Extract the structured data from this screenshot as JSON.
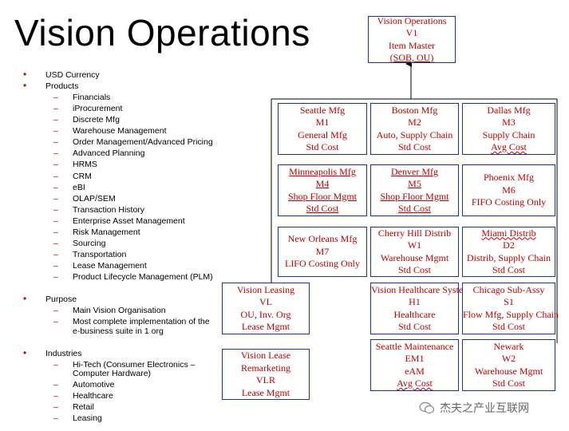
{
  "title": "Vision Operations",
  "left": {
    "items": [
      {
        "text": "USD Currency"
      },
      {
        "text": "Products",
        "sub": [
          "Financials",
          "iProcurement",
          "Discrete Mfg",
          "Warehouse Management",
          "Order Management/Advanced Pricing",
          "Advanced Planning",
          "HRMS",
          "CRM",
          "eBI",
          "OLAP/SEM",
          "Transaction History",
          "Enterprise Asset Management",
          "Risk Management",
          "Sourcing",
          "Transportation",
          "Lease Management",
          "Product Lifecycle Management (PLM)"
        ]
      },
      {
        "text": "Purpose",
        "sub": [
          "Main Vision Organisation",
          "Most complete implementation of the",
          "e-business suite in 1 org"
        ]
      },
      {
        "text": "Industries",
        "sub": [
          "Hi-Tech (Consumer Electronics –",
          "Computer Hardware)",
          "Automotive",
          "Healthcare",
          "Retail",
          "Leasing"
        ]
      }
    ]
  },
  "boxes": {
    "root": [
      "Vision Operations",
      "V1",
      "Item Master",
      "(SOB, OU)"
    ],
    "seattle": [
      "Seattle Mfg",
      "M1",
      "General Mfg",
      "Std Cost"
    ],
    "boston": [
      "Boston Mfg",
      "M2",
      "Auto, Supply Chain",
      "Std Cost"
    ],
    "dallas": [
      "Dallas Mfg",
      "M3",
      "Supply Chain",
      "Avg Cost"
    ],
    "minneapolis": [
      "Minneapolis Mfg",
      "M4",
      "Shop Floor Mgmt",
      "Std Cost"
    ],
    "denver": [
      "Denver Mfg",
      "M5",
      "Shop Floor Mgmt",
      "Std Cost"
    ],
    "phoenix": [
      "Phoenix Mfg",
      "M6",
      "FIFO Costing Only"
    ],
    "neworleans": [
      "New Orleans Mfg",
      "M7",
      "LIFO Costing Only"
    ],
    "cherryhill": [
      "Cherry Hill Distrib",
      "W1",
      "Warehouse Mgmt",
      "Std Cost"
    ],
    "miami": [
      "Miami Distrib",
      "D2",
      "Distrib, Supply Chain",
      "Std Cost"
    ],
    "leasing": [
      "Vision Leasing",
      "VL",
      "OU, Inv. Org",
      "Lease Mgmt"
    ],
    "healthcare": [
      "Vision Healthcare Systems",
      "H1",
      "Healthcare",
      "Std Cost"
    ],
    "chicago": [
      "Chicago Sub-Assy",
      "S1",
      "Flow Mfg, Supply Chain",
      "Std Cost"
    ],
    "remarketing": [
      "Vision Lease",
      "Remarketing",
      "VLR",
      "Lease Mgmt"
    ],
    "seattlemaint": [
      "Seattle Maintenance",
      "EM1",
      "eAM",
      "Avg Cost"
    ],
    "newark": [
      "Newark",
      "W2",
      "Warehouse Mgmt",
      "Std Cost"
    ]
  },
  "watermark": "杰夫之产业互联网"
}
